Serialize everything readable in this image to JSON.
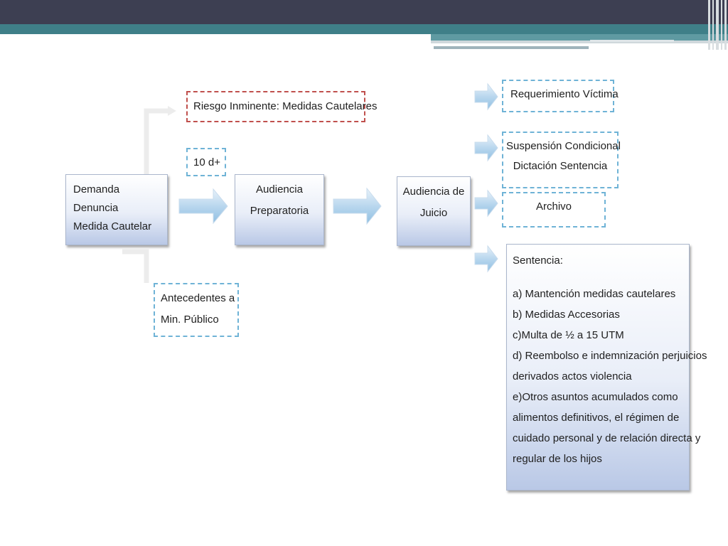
{
  "diagram": {
    "origin": [
      "Demanda",
      "Denuncia",
      "Medida Cautelar"
    ],
    "riesgo": "Riesgo Inminente: Medidas Cautelares",
    "plazo": "10 d+",
    "preparatoria": [
      "Audiencia",
      "Preparatoria"
    ],
    "antecedentes": [
      "Antecedentes a",
      "Min. Público"
    ],
    "juicio": [
      "Audiencia de",
      "Juicio"
    ],
    "requerimiento": "Requerimiento Víctima",
    "suspension": [
      "Suspensión Condicional",
      "Dictación Sentencia"
    ],
    "archivo": "Archivo",
    "sentencia": {
      "title": "Sentencia:",
      "items": [
        "a) Mantención medidas cautelares",
        "b) Medidas Accesorias",
        "c)Multa de ½ a 15 UTM",
        "d) Reembolso e indemnización perjuicios",
        "derivados actos violencia",
        "e)Otros asuntos acumulados como",
        "alimentos definitivos, el régimen de",
        "cuidado personal y de relación directa y",
        "regular de los hijos"
      ]
    }
  }
}
